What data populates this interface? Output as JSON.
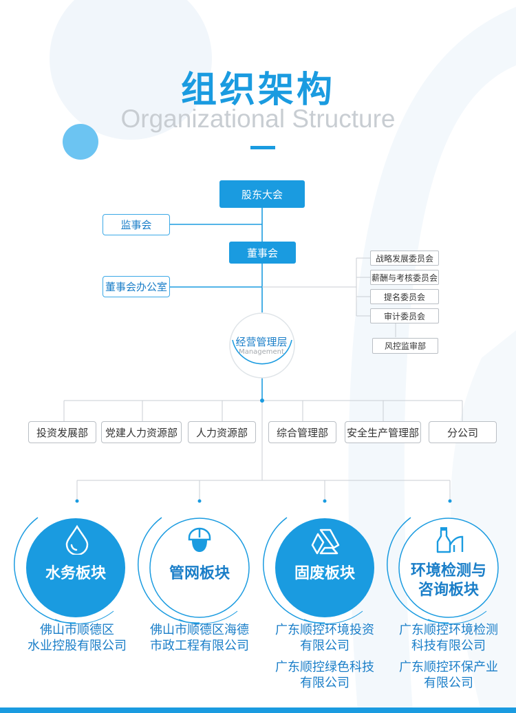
{
  "header": {
    "title": "组织架构",
    "subtitle": "Organizational Structure"
  },
  "chart": {
    "shareholders": "股东大会",
    "supervisory_board": "监事会",
    "board": "董事会",
    "board_office": "董事会办公室",
    "committees": [
      "战略发展委员会",
      "薪酬与考核委员会",
      "提名委员会",
      "审计委员会"
    ],
    "risk_audit": "风控监审部",
    "management": {
      "name": "经营管理层",
      "english": "Management"
    },
    "departments": [
      "投资发展部",
      "党建人力资源部",
      "人力资源部",
      "综合管理部",
      "安全生产管理部",
      "分公司"
    ]
  },
  "sectors": [
    {
      "label": "水务板块",
      "icon": "water-drop-icon",
      "style": "filled",
      "companies": [
        "佛山市顺德区\n水业控股有限公司"
      ]
    },
    {
      "label": "管网板块",
      "icon": "hard-hat-worker-icon",
      "style": "outline",
      "companies": [
        "佛山市顺德区海德\n市政工程有限公司"
      ]
    },
    {
      "label": "固废板块",
      "icon": "recycle-icon",
      "style": "filled",
      "companies": [
        "广东顺控环境投资\n有限公司",
        "广东顺控绿色科技\n有限公司"
      ]
    },
    {
      "label": "环境检测与\n咨询板块",
      "icon": "flask-pipe-icon",
      "style": "outline",
      "companies": [
        "广东顺控环境检测\n科技有限公司",
        "广东顺控环保产业\n有限公司"
      ]
    }
  ],
  "colors": {
    "primary": "#1a9be0",
    "text_blue": "#1a7ec8",
    "line_gray": "#c9ced3",
    "bg_circle": "#f1f6fb"
  }
}
